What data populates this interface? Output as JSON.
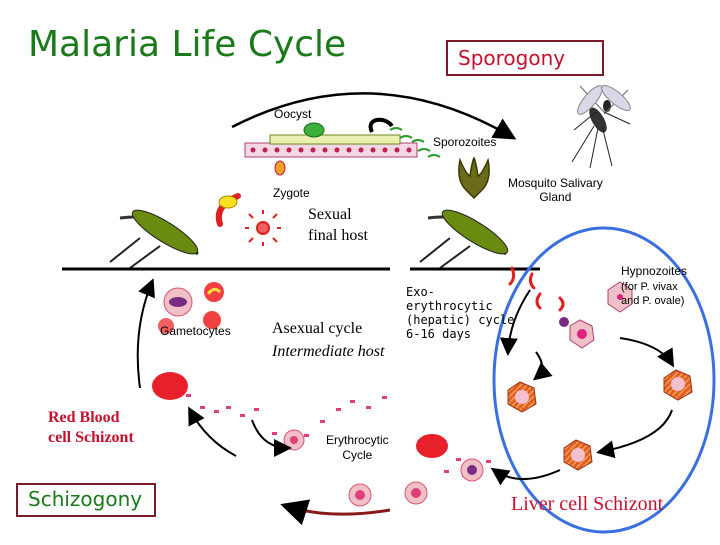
{
  "title": "Malaria Life Cycle",
  "stages": {
    "sporogony": "Sporogony",
    "schizogony": "Schizogony"
  },
  "labels": {
    "oocyst": "Oocyst",
    "sporozoites": "Sporozoites",
    "gland_line1": "Mosquito Salivary",
    "gland_line2": "Gland",
    "zygote": "Zygote",
    "sexual_line1": "Sexual",
    "sexual_line2": "final host",
    "hypnozoites": "Hypnozoites",
    "hypno_note_line1": "(for P. vivax",
    "hypno_note_line2": "and P. ovale)",
    "exo_line1": "Exo-",
    "exo_line2": "erythrocytic",
    "exo_line3": "(hepatic) cycle",
    "exo_line4": "6-16 days",
    "gametocytes": "Gametocytes",
    "asexual": "Asexual cycle",
    "intermediate": "Intermediate host",
    "rbc_line1": "Red Blood",
    "rbc_line2": "cell Schizont",
    "erythro_line1": "Erythrocytic",
    "erythro_line2": "Cycle",
    "liver": "Liver cell Schizont"
  },
  "colors": {
    "title_green": "#1a7a1a",
    "stage_red": "#c8102e",
    "box_border": "#7b1a2a",
    "circle_blue": "#3a6fe0",
    "rbc_red": "#e8202a",
    "liver_orange": "#e04a10"
  }
}
